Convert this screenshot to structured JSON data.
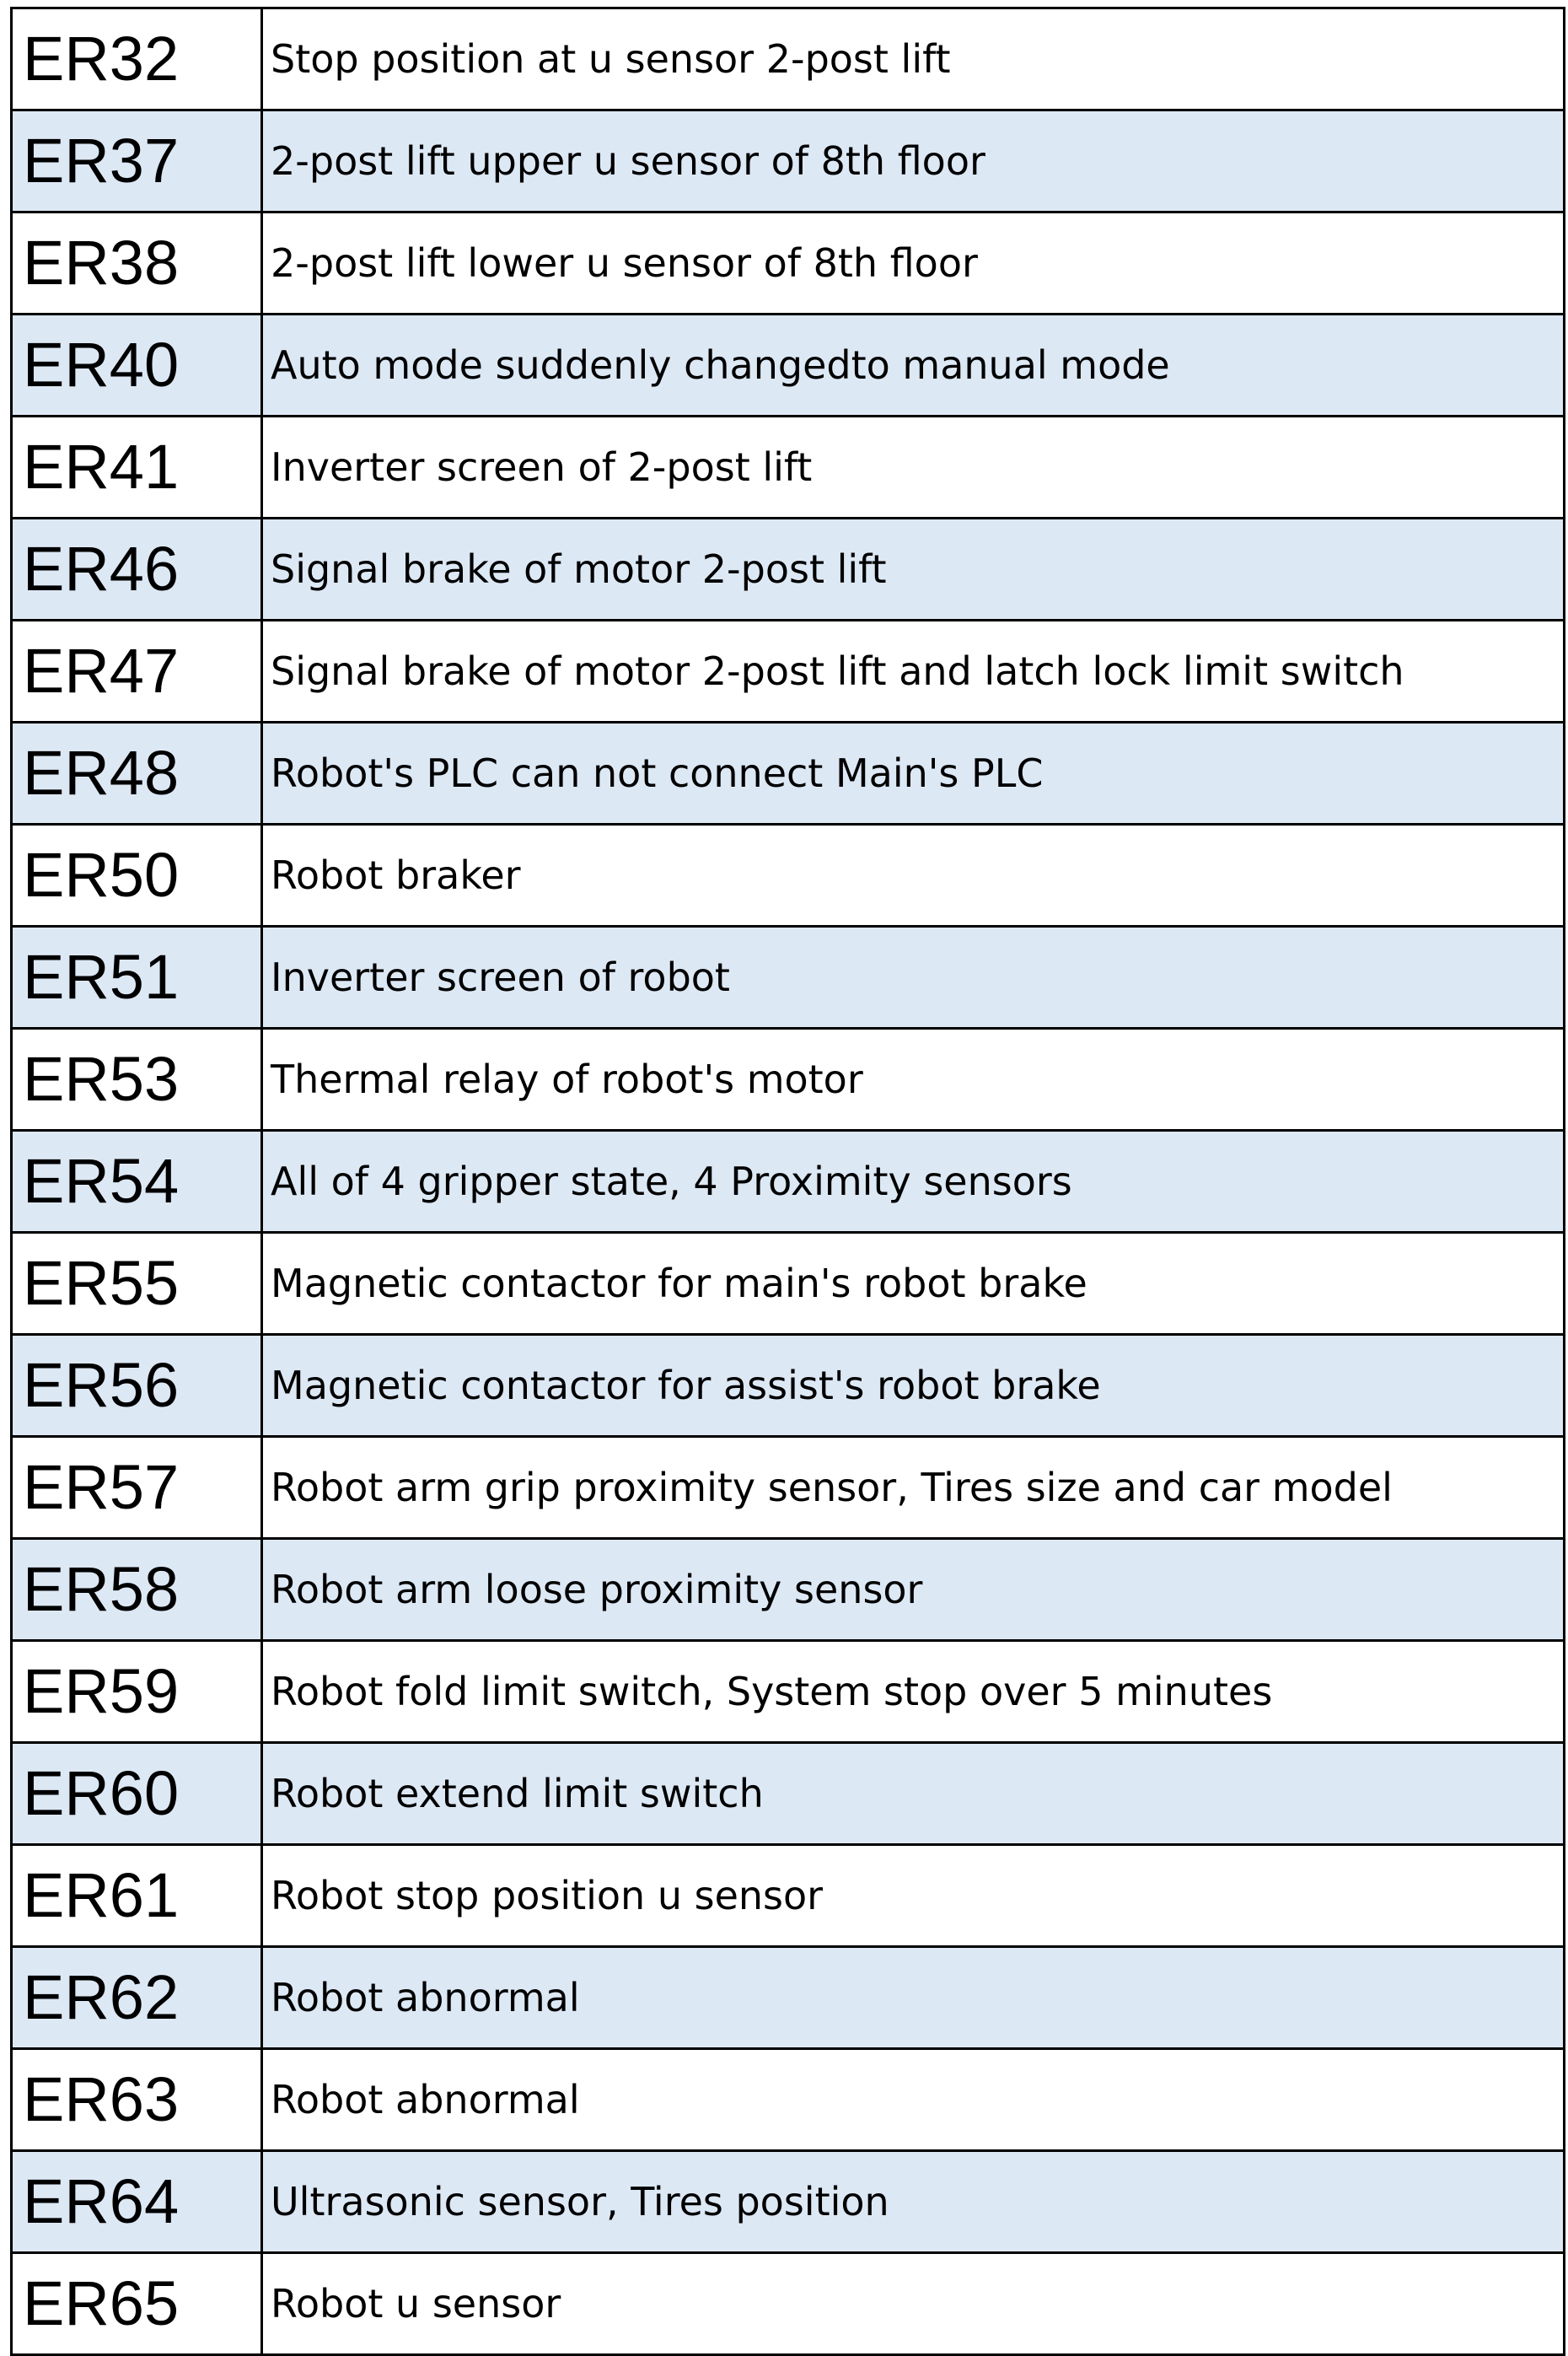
{
  "colors": {
    "shaded_row": "#dde8f5",
    "plain_row": "#ffffff",
    "border": "#000000",
    "text": "#000000"
  },
  "rows": [
    {
      "code": "ER32",
      "description": "Stop position at u sensor 2-post lift"
    },
    {
      "code": "ER37",
      "description": "2-post lift upper u sensor of 8th floor"
    },
    {
      "code": "ER38",
      "description": "2-post lift lower u sensor of 8th floor"
    },
    {
      "code": "ER40",
      "description": "Auto mode suddenly changedto manual mode"
    },
    {
      "code": "ER41",
      "description": "Inverter screen of 2-post lift"
    },
    {
      "code": "ER46",
      "description": "Signal brake of motor 2-post lift"
    },
    {
      "code": "ER47",
      "description": "Signal brake of motor 2-post lift and latch lock limit switch"
    },
    {
      "code": "ER48",
      "description": "Robot's PLC can not connect Main's PLC"
    },
    {
      "code": "ER50",
      "description": "Robot braker"
    },
    {
      "code": "ER51",
      "description": "Inverter screen of robot"
    },
    {
      "code": "ER53",
      "description": "Thermal relay of robot's motor"
    },
    {
      "code": "ER54",
      "description": "All of 4 gripper state, 4 Proximity sensors"
    },
    {
      "code": "ER55",
      "description": "Magnetic contactor for main's robot brake"
    },
    {
      "code": "ER56",
      "description": "Magnetic contactor for assist's robot brake"
    },
    {
      "code": "ER57",
      "description": "Robot arm grip proximity sensor, Tires size and car model"
    },
    {
      "code": "ER58",
      "description": "Robot arm loose proximity sensor"
    },
    {
      "code": "ER59",
      "description": "Robot fold limit switch, System stop over 5 minutes"
    },
    {
      "code": "ER60",
      "description": "Robot extend limit switch"
    },
    {
      "code": "ER61",
      "description": "Robot stop position u sensor"
    },
    {
      "code": "ER62",
      "description": "Robot abnormal"
    },
    {
      "code": "ER63",
      "description": "Robot abnormal"
    },
    {
      "code": "ER64",
      "description": "Ultrasonic sensor, Tires position"
    },
    {
      "code": "ER65",
      "description": "Robot u sensor"
    }
  ]
}
